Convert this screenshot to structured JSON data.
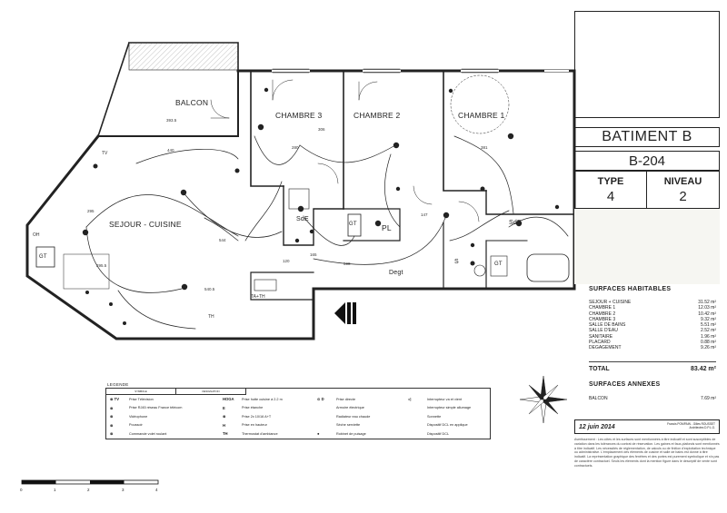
{
  "rooms": {
    "balcon": "BALCON",
    "chambre3": "CHAMBRE 3",
    "chambre2": "CHAMBRE 2",
    "chambre1": "CHAMBRE 1",
    "sejour": "SEJOUR - CUISINE",
    "sde": "SdE",
    "sdb": "SdB",
    "pl": "PL",
    "gt1": "GT",
    "gt2": "GT",
    "gt3": "GT",
    "degt": "Degt",
    "s": "S",
    "tv": "TV",
    "oh": "OH",
    "th": "TH",
    "ta_th": "TA+TH"
  },
  "dimensions": {
    "balcon": "393.5",
    "c3_w": "280",
    "c3_h": "306",
    "c1_w": "381",
    "sej_440": "440",
    "sej_295": "295",
    "sej_544": "544",
    "sej_5405": "540.5",
    "sej_2955": "295.5",
    "d_598": "598",
    "d_147": "147",
    "d_120": "120",
    "d_165": "165"
  },
  "panel": {
    "building": "BATIMENT B",
    "lot": "B-204",
    "type_label": "TYPE",
    "type_value": "4",
    "niveau_label": "NIVEAU",
    "niveau_value": "2"
  },
  "surfaces": {
    "title": "SURFACES HABITABLES",
    "rows": [
      {
        "label": "SEJOUR + CUISINE",
        "value": "31.52 m²"
      },
      {
        "label": "CHAMBRE 1",
        "value": "12.03 m²"
      },
      {
        "label": "CHAMBRE 2",
        "value": "10.42 m²"
      },
      {
        "label": "CHAMBRE 3",
        "value": "9.32 m²"
      },
      {
        "label": "SALLE DE BAINS",
        "value": "5.51 m²"
      },
      {
        "label": "SALLE D'EAU",
        "value": "2.52 m²"
      },
      {
        "label": "SANITAIRE",
        "value": "1.96 m²"
      },
      {
        "label": "PLACARD",
        "value": "0.88 m²"
      },
      {
        "label": "DEGAGEMENT",
        "value": "9.26 m²"
      }
    ],
    "total_label": "TOTAL",
    "total_value": "83.42 m²",
    "annex_title": "SURFACES ANNEXES",
    "annex_rows": [
      {
        "label": "BALCON",
        "value": "7.69 m²"
      }
    ]
  },
  "footer": {
    "date": "12 juin 2014",
    "credits_1": "Francis POMPAIN - Gilles ROUSSET",
    "credits_2": "Architectes D.P.L.G.",
    "note": "Avertissement : Les côtes et les surfaces sont mentionnées à titre indicatif et sont susceptibles de variation dans les tolérances du contrat de réservation. Les gaines et faux-plafonds sont mentionnés à titre indicatif. Les nécessités de réglementation, de calculs ou de finition d'exploitation technique ou administrative. L'emplacement des éléments de cuisine et salle de bains est donné à titre indicatif. La représentation graphique des fenêtres et des portes est purement symbolique et n'a pas de caractère contractuel. Seuls les éléments dont la mention figure dans le descriptif de vente sont contractuels."
  },
  "legend": {
    "title": "LEGENDE",
    "head": [
      "SYMBOLE",
      "DESIGNATION"
    ],
    "col1": [
      {
        "sym": "⊗ TV",
        "text": "Prise Télévision"
      },
      {
        "sym": "⊗",
        "text": "Prise RJ45 réseau France télécom"
      },
      {
        "sym": "⊗",
        "text": "Vidéophone"
      },
      {
        "sym": "⊗",
        "text": "Poussoir"
      },
      {
        "sym": "⊗",
        "text": "Commande volet roulant"
      }
    ],
    "col2": [
      {
        "sym": "HOGA",
        "text": "Prise hotte cuisine à 2.2 m"
      },
      {
        "sym": "E",
        "text": "Prise étanche"
      },
      {
        "sym": "⊗",
        "text": "Prise 2x 10/16 A+T"
      },
      {
        "sym": "H",
        "text": "Prise en hauteur"
      },
      {
        "sym": "TH",
        "text": "Thermostat d'ambiance"
      }
    ],
    "col3": [
      {
        "sym": "⊙ D",
        "text": "Prise directe"
      },
      {
        "sym": "",
        "text": "Armoire électrique"
      },
      {
        "sym": "",
        "text": "Radiateur eau chaude"
      },
      {
        "sym": "",
        "text": "Sèche serviette"
      },
      {
        "sym": "●",
        "text": "Robinet de puisage"
      }
    ],
    "col4": [
      {
        "sym": "◁",
        "text": "Interrupteur va et vient"
      },
      {
        "sym": "",
        "text": "Interrupteur simple allumage"
      },
      {
        "sym": "",
        "text": "Sonnette"
      },
      {
        "sym": "",
        "text": "Dispositif DCL en applique"
      },
      {
        "sym": "",
        "text": "Dispositif DCL"
      }
    ]
  },
  "scale": [
    "0",
    "1",
    "2",
    "3",
    "4"
  ]
}
